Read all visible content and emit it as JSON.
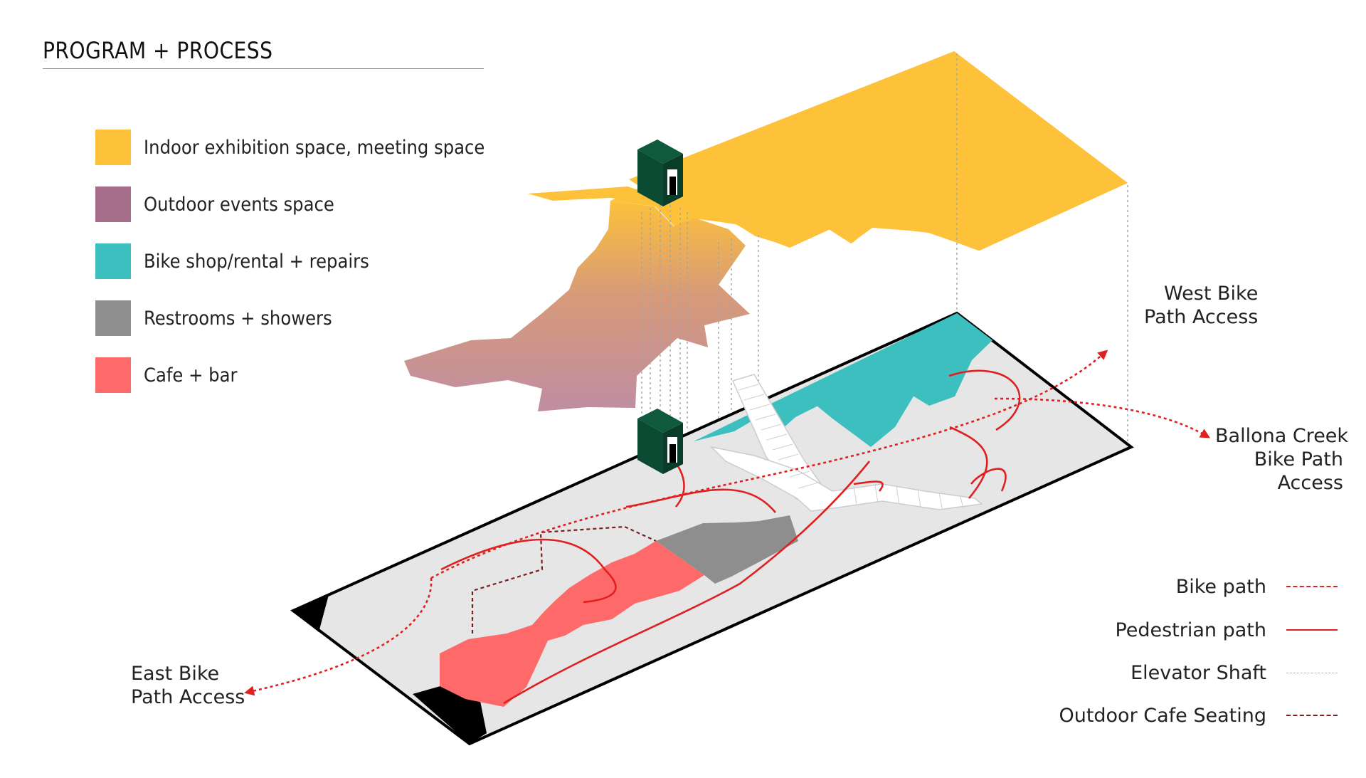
{
  "title": "PROGRAM + PROCESS",
  "legend": [
    {
      "label": "Indoor exhibition space, meeting space",
      "color": "#fdc13a"
    },
    {
      "label": "Outdoor events space",
      "color": "#a66d8a"
    },
    {
      "label": "Bike shop/rental + repairs",
      "color": "#3dbfbf"
    },
    {
      "label": "Restrooms + showers",
      "color": "#8e8e8e"
    },
    {
      "label": "Cafe + bar",
      "color": "#fe6a6a"
    }
  ],
  "callouts": {
    "west": [
      "West Bike",
      "Path Access"
    ],
    "ballona": [
      "Ballona Creek",
      "Bike Path",
      "Access"
    ],
    "east": [
      "East Bike",
      "Path Access"
    ]
  },
  "path_key": [
    {
      "label": "Bike path",
      "style": "dotted",
      "color": "#e02020"
    },
    {
      "label": "Pedestrian path",
      "style": "solid",
      "color": "#e02020"
    },
    {
      "label": "Elevator Shaft",
      "style": "dotted",
      "color": "#a9bcbc"
    },
    {
      "label": "Outdoor Cafe Seating",
      "style": "dotted",
      "color": "#7a1f1f"
    }
  ],
  "colors": {
    "platform": "#e6e6e6",
    "elevator": "#0b4a33",
    "bike_path": "#e02020",
    "pedestrian_path": "#e02020",
    "cafe_seating": "#7a1f1f",
    "shaft_lines": "#9aa8a8"
  }
}
